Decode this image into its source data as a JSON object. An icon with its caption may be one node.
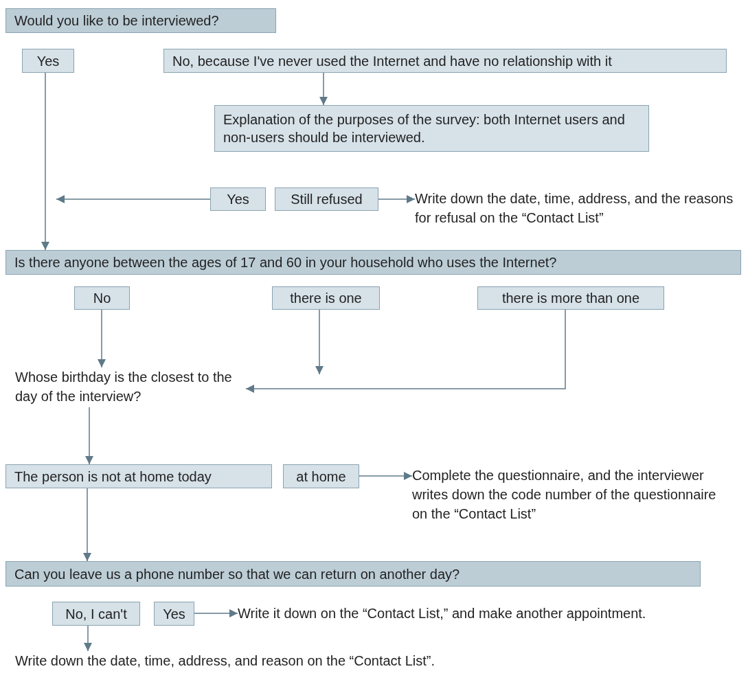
{
  "diagram": {
    "nodes": [
      {
        "text": [
          "Would you like to be interviewed?"
        ]
      },
      {
        "text": [
          "Yes"
        ]
      },
      {
        "text": [
          "No, because I've never used the Internet and have no relationship with it"
        ]
      },
      {
        "text": [
          "Explanation of the purposes of the survey: both Internet users and non-users should be interviewed."
        ]
      },
      {
        "text": [
          "Yes"
        ]
      },
      {
        "text": [
          "Still refused"
        ]
      },
      {
        "text": [
          "Write down the date, time, address, and the reasons for refusal on the “Contact List”"
        ]
      },
      {
        "text": [
          "Is there anyone between the ages of 17 and 60 in your household who uses the Internet?"
        ]
      },
      {
        "text": [
          "No"
        ]
      },
      {
        "text": [
          "there is one"
        ]
      },
      {
        "text": [
          "there is more than one"
        ]
      },
      {
        "text": [
          "Whose birthday is the closest to the day of the interview?"
        ]
      },
      {
        "text": [
          "The person is not at home today"
        ]
      },
      {
        "text": [
          "at home"
        ]
      },
      {
        "text": [
          "Complete the questionnaire, and the interviewer writes down the code number of the questionnaire on the “Contact List”"
        ]
      },
      {
        "text": [
          "Can you leave us a phone number so that we can return on another day?"
        ]
      },
      {
        "text": [
          "No, I can't"
        ]
      },
      {
        "text": [
          "Yes"
        ]
      },
      {
        "text": [
          "Write it down on the “Contact List,” and make another appointment."
        ]
      },
      {
        "text": [
          "Write down the date, time, address, and reason on the “Contact List”."
        ]
      }
    ],
    "edges": [
      {
        "from": 1,
        "to": 7,
        "arrow": "to"
      },
      {
        "from": 2,
        "to": 3,
        "arrow": "to"
      },
      {
        "from": 4,
        "to": null,
        "arrow": "to"
      },
      {
        "from": 5,
        "to": 6,
        "arrow": "to"
      },
      {
        "from": 8,
        "to": 11,
        "arrow": "to"
      },
      {
        "from": 9,
        "to": null,
        "arrow": "to"
      },
      {
        "from": 10,
        "to": 11,
        "arrow": "to"
      },
      {
        "from": 11,
        "to": 12,
        "arrow": "to"
      },
      {
        "from": 12,
        "to": 15,
        "arrow": "to"
      },
      {
        "from": 13,
        "to": 14,
        "arrow": "to"
      },
      {
        "from": 16,
        "to": 19,
        "arrow": "to"
      },
      {
        "from": 17,
        "to": 18,
        "arrow": "to"
      }
    ]
  }
}
